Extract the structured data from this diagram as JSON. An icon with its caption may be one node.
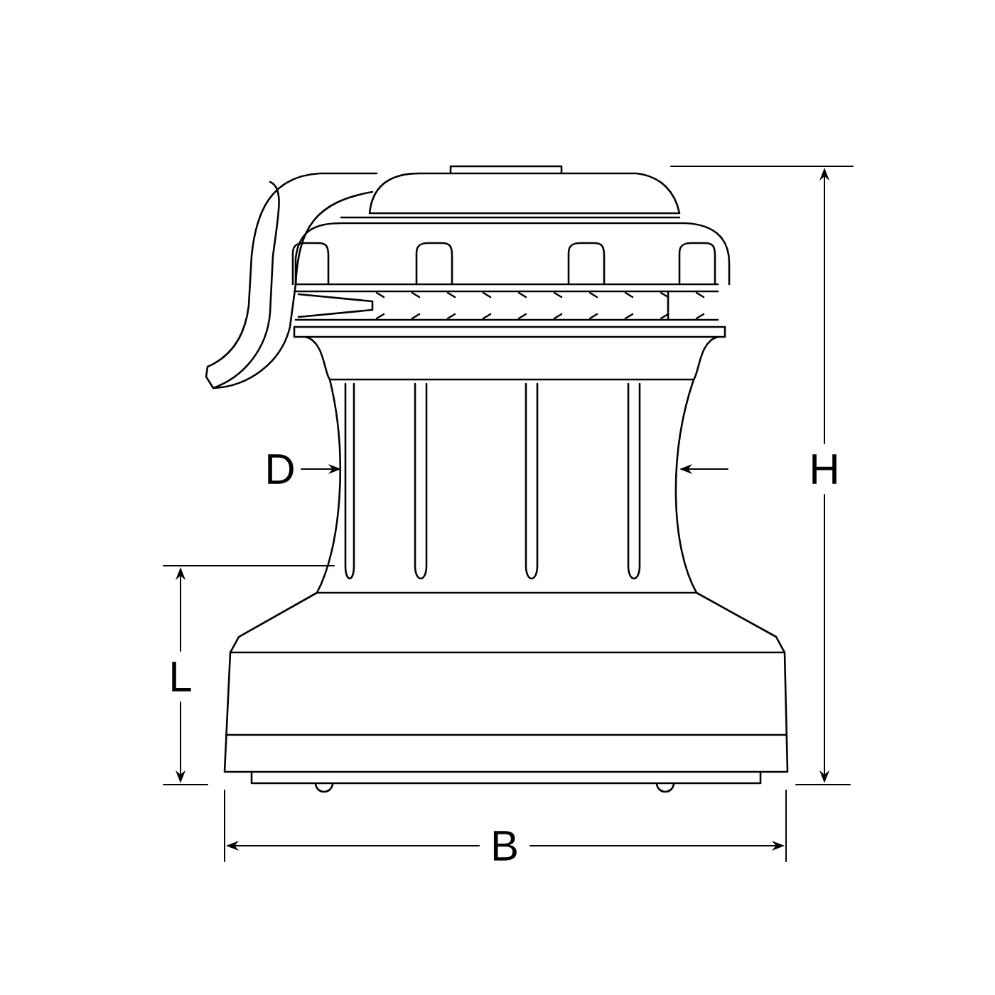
{
  "diagram": {
    "labels": [
      "D",
      "H",
      "L",
      "B"
    ]
  }
}
